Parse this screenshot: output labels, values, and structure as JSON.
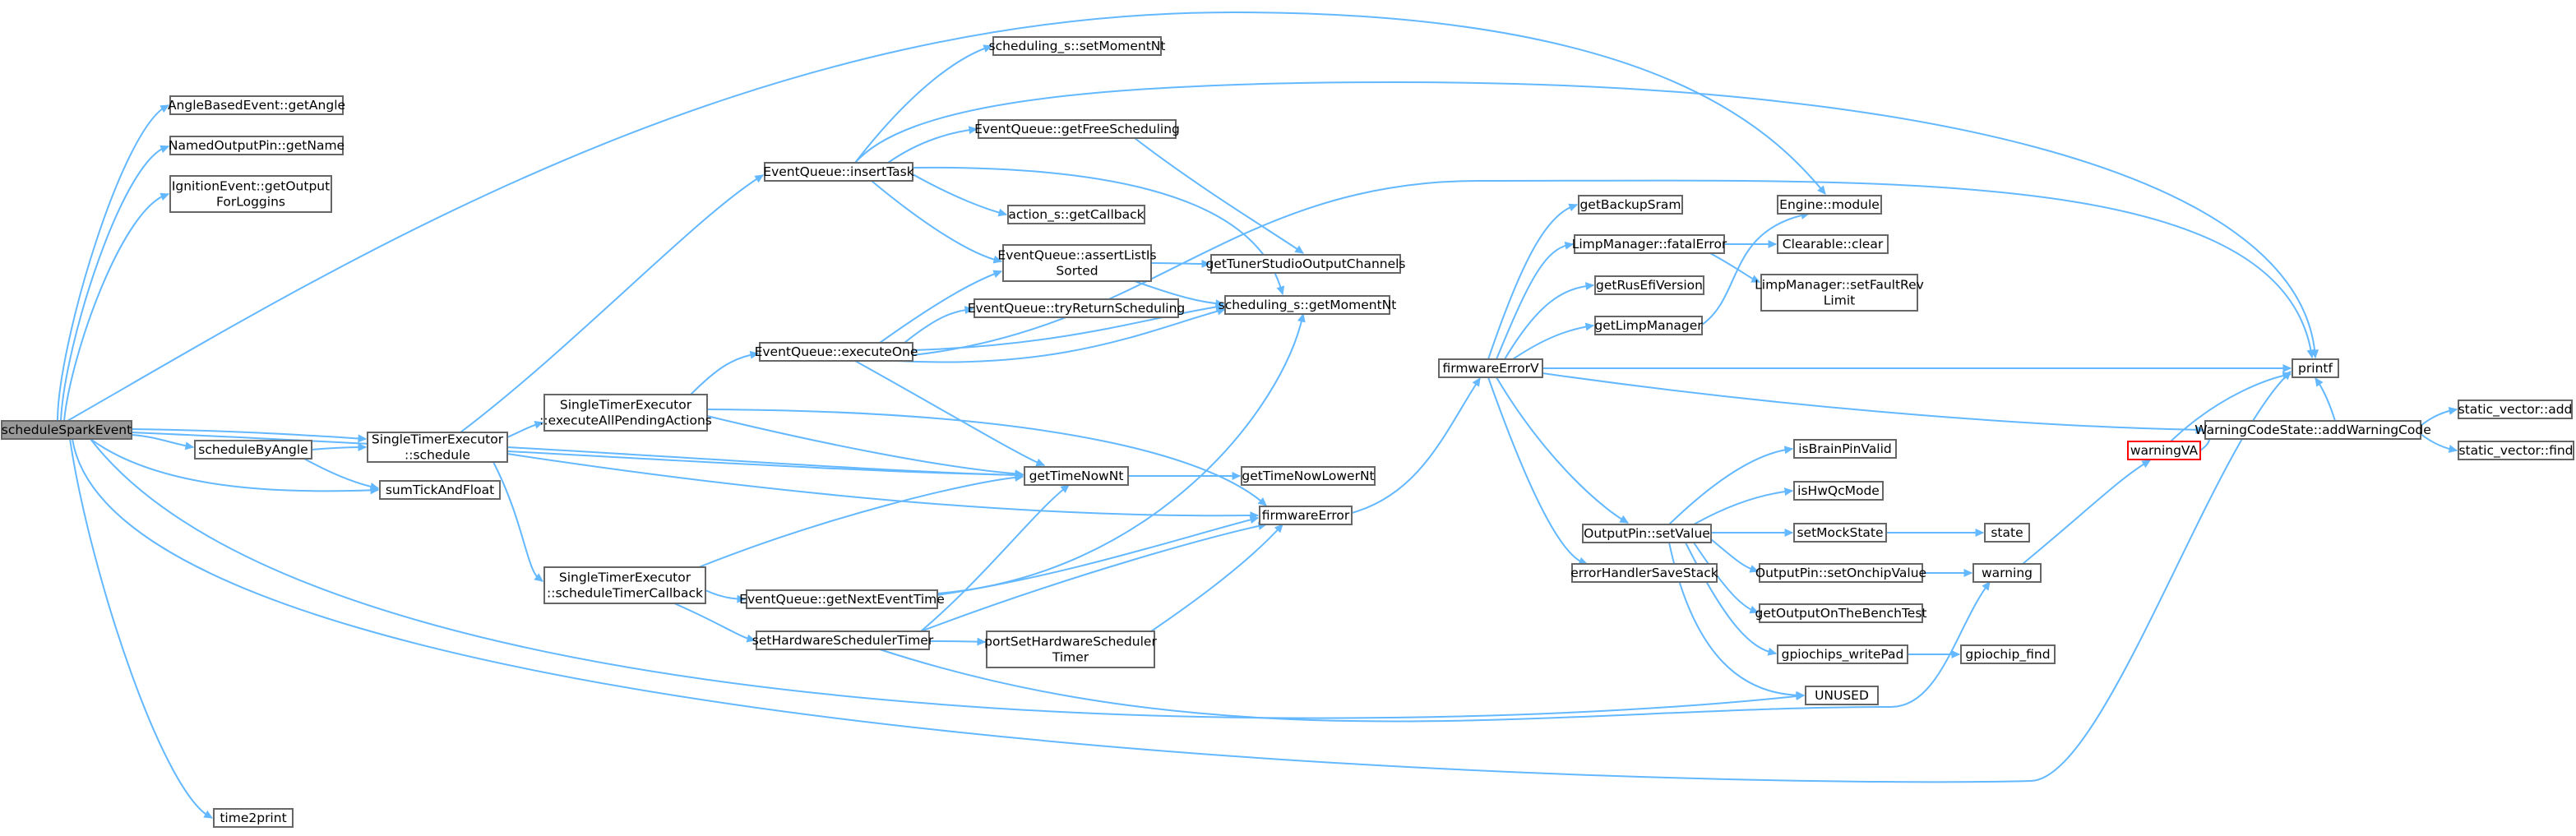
{
  "graph": {
    "colors": {
      "edge": "#63b8ff",
      "root_fill": "#999999",
      "box_stroke": "#666666",
      "highlight_stroke": "#ff0000"
    },
    "nodes": [
      {
        "id": "scheduleSparkEvent",
        "lines": [
          "scheduleSparkEvent"
        ],
        "root": true
      },
      {
        "id": "getAngle",
        "lines": [
          "AngleBasedEvent::getAngle"
        ]
      },
      {
        "id": "getName",
        "lines": [
          "NamedOutputPin::getName"
        ]
      },
      {
        "id": "getOutputForLoggins",
        "lines": [
          "IgnitionEvent::getOutput",
          "ForLoggins"
        ]
      },
      {
        "id": "scheduleByAngle",
        "lines": [
          "scheduleByAngle"
        ]
      },
      {
        "id": "sumTickAndFloat",
        "lines": [
          "sumTickAndFloat"
        ]
      },
      {
        "id": "time2print",
        "lines": [
          "time2print"
        ]
      },
      {
        "id": "STE_schedule",
        "lines": [
          "SingleTimerExecutor",
          "::schedule"
        ]
      },
      {
        "id": "STE_executeAll",
        "lines": [
          "SingleTimerExecutor",
          "::executeAllPendingActions"
        ]
      },
      {
        "id": "STE_scheduleTimerCallback",
        "lines": [
          "SingleTimerExecutor",
          "::scheduleTimerCallback"
        ]
      },
      {
        "id": "EQ_insertTask",
        "lines": [
          "EventQueue::insertTask"
        ]
      },
      {
        "id": "EQ_executeOne",
        "lines": [
          "EventQueue::executeOne"
        ]
      },
      {
        "id": "EQ_getNextEventTime",
        "lines": [
          "EventQueue::getNextEventTime"
        ]
      },
      {
        "id": "setHardwareSchedulerTimer",
        "lines": [
          "setHardwareSchedulerTimer"
        ]
      },
      {
        "id": "sched_setMomentNt",
        "lines": [
          "scheduling_s::setMomentNt"
        ]
      },
      {
        "id": "EQ_getFreeScheduling",
        "lines": [
          "EventQueue::getFreeScheduling"
        ]
      },
      {
        "id": "action_getCallback",
        "lines": [
          "action_s::getCallback"
        ]
      },
      {
        "id": "EQ_assertListIsSorted",
        "lines": [
          "EventQueue::assertListIs",
          "Sorted"
        ]
      },
      {
        "id": "EQ_tryReturnScheduling",
        "lines": [
          "EventQueue::tryReturnScheduling"
        ]
      },
      {
        "id": "getTimeNowNt",
        "lines": [
          "getTimeNowNt"
        ]
      },
      {
        "id": "portSetHardwareSchedulerTimer",
        "lines": [
          "portSetHardwareScheduler",
          "Timer"
        ]
      },
      {
        "id": "getTunerStudioOutputChannels",
        "lines": [
          "getTunerStudioOutputChannels"
        ]
      },
      {
        "id": "sched_getMomentNt",
        "lines": [
          "scheduling_s::getMomentNt"
        ]
      },
      {
        "id": "getTimeNowLowerNt",
        "lines": [
          "getTimeNowLowerNt"
        ]
      },
      {
        "id": "firmwareError",
        "lines": [
          "firmwareError"
        ]
      },
      {
        "id": "firmwareErrorV",
        "lines": [
          "firmwareErrorV"
        ]
      },
      {
        "id": "getBackupSram",
        "lines": [
          "getBackupSram"
        ]
      },
      {
        "id": "LM_fatalError",
        "lines": [
          "LimpManager::fatalError"
        ]
      },
      {
        "id": "getRusEfiVersion",
        "lines": [
          "getRusEfiVersion"
        ]
      },
      {
        "id": "getLimpManager",
        "lines": [
          "getLimpManager"
        ]
      },
      {
        "id": "OP_setValue",
        "lines": [
          "OutputPin::setValue"
        ]
      },
      {
        "id": "errorHandlerSaveStack",
        "lines": [
          "errorHandlerSaveStack"
        ]
      },
      {
        "id": "Engine_module",
        "lines": [
          "Engine::module"
        ]
      },
      {
        "id": "Clearable_clear",
        "lines": [
          "Clearable::clear"
        ]
      },
      {
        "id": "LM_setFaultRevLimit",
        "lines": [
          "LimpManager::setFaultRev",
          "Limit"
        ]
      },
      {
        "id": "isBrainPinValid",
        "lines": [
          "isBrainPinValid"
        ]
      },
      {
        "id": "isHwQcMode",
        "lines": [
          "isHwQcMode"
        ]
      },
      {
        "id": "setMockState",
        "lines": [
          "setMockState"
        ]
      },
      {
        "id": "OP_setOnchipValue",
        "lines": [
          "OutputPin::setOnchipValue"
        ]
      },
      {
        "id": "getOutputOnTheBenchTest",
        "lines": [
          "getOutputOnTheBenchTest"
        ]
      },
      {
        "id": "gpiochips_writePad",
        "lines": [
          "gpiochips_writePad"
        ]
      },
      {
        "id": "UNUSED",
        "lines": [
          "UNUSED"
        ]
      },
      {
        "id": "state",
        "lines": [
          "state"
        ]
      },
      {
        "id": "warning",
        "lines": [
          "warning"
        ]
      },
      {
        "id": "gpiochip_find",
        "lines": [
          "gpiochip_find"
        ]
      },
      {
        "id": "warningVA",
        "lines": [
          "warningVA"
        ],
        "highlight": true
      },
      {
        "id": "printf",
        "lines": [
          "printf"
        ]
      },
      {
        "id": "WCS_addWarningCode",
        "lines": [
          "WarningCodeState::addWarningCode"
        ]
      },
      {
        "id": "sv_add",
        "lines": [
          "static_vector::add"
        ]
      },
      {
        "id": "sv_find",
        "lines": [
          "static_vector::find"
        ]
      }
    ]
  }
}
